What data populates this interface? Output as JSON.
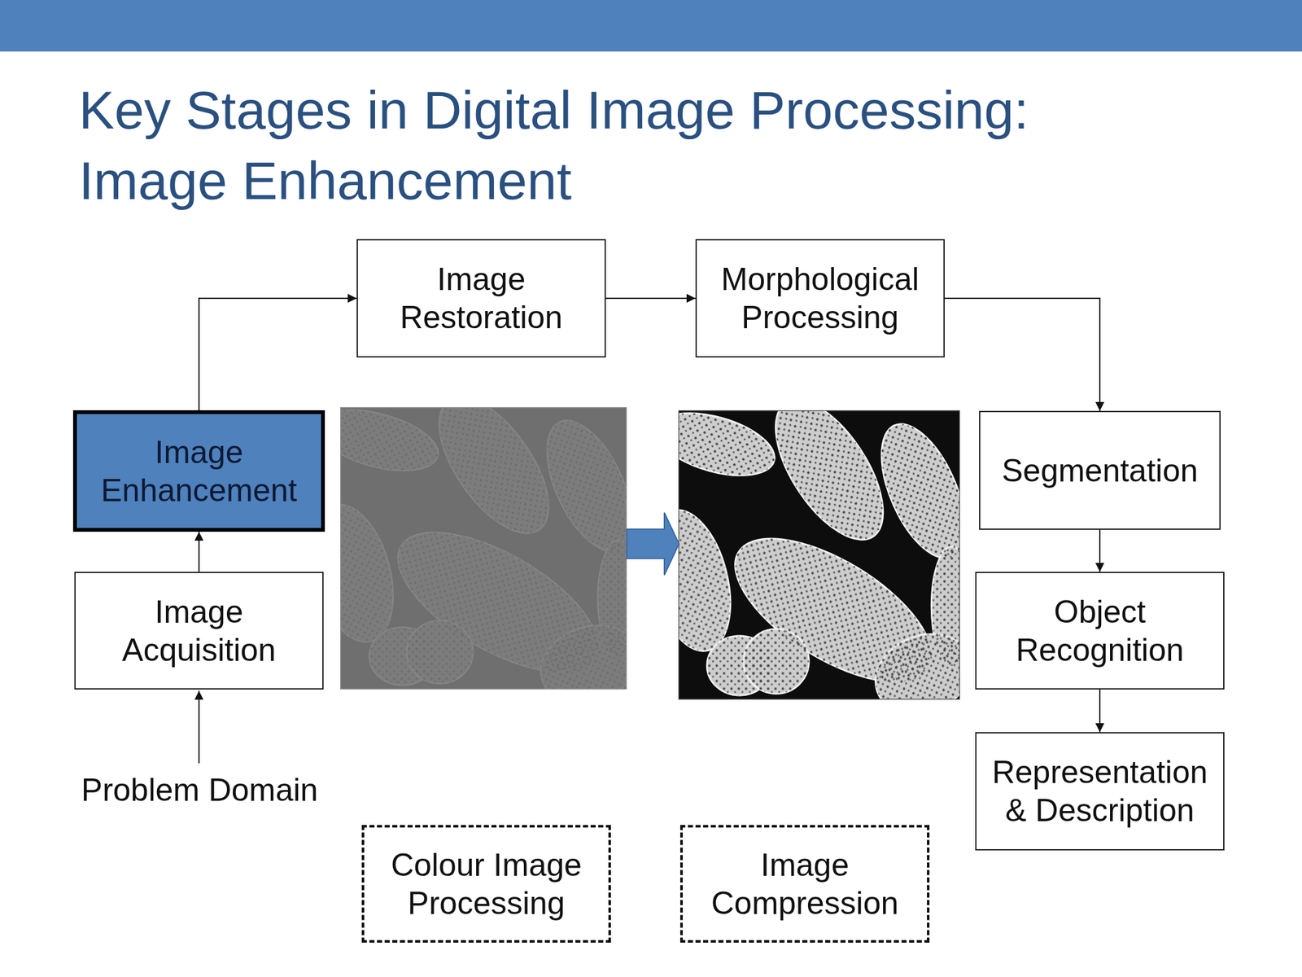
{
  "diagram": {
    "title": "Key Stages in Digital Image Processing: Image Enhancement",
    "nodes": [
      {
        "text": [
          "Image Restoration"
        ]
      },
      {
        "text": [
          "Morphological Processing"
        ]
      },
      {
        "text": [
          "Image Enhancement"
        ]
      },
      {
        "text": [
          "Segmentation"
        ]
      },
      {
        "text": [
          "Image Acquisition"
        ]
      },
      {
        "text": [
          "Object Recognition"
        ]
      },
      {
        "text": [
          "Representation & Description"
        ]
      },
      {
        "text": [
          "Colour Image Processing"
        ]
      },
      {
        "text": [
          "Image Compression"
        ]
      }
    ],
    "edges": [
      {
        "from": 4,
        "to": 2,
        "arrow": "to"
      },
      {
        "from": 2,
        "to": 0,
        "arrow": "to"
      },
      {
        "from": 0,
        "to": 1,
        "arrow": "to"
      },
      {
        "from": 1,
        "to": 3,
        "arrow": "to"
      },
      {
        "from": 3,
        "to": 5,
        "arrow": "to"
      },
      {
        "from": 5,
        "to": 6,
        "arrow": "to"
      }
    ],
    "labels": [
      "Problem Domain"
    ]
  }
}
